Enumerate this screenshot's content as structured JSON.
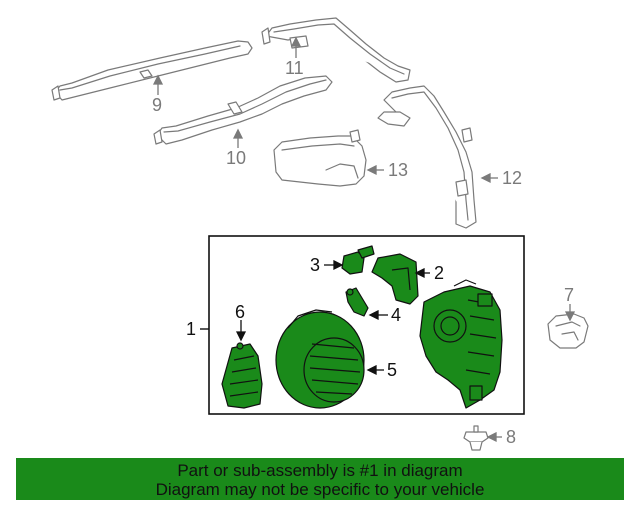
{
  "colors": {
    "parts_fill": "#1a8a1a",
    "parts_stroke": "#111111",
    "ghost_stroke": "#7a7a7a",
    "banner_background": "#1a8a1a"
  },
  "callouts": {
    "c1": "1",
    "c2": "2",
    "c3": "3",
    "c4": "4",
    "c5": "5",
    "c6": "6",
    "c7": "7",
    "c8": "8",
    "c9": "9",
    "c10": "10",
    "c11": "11",
    "c12": "12",
    "c13": "13"
  },
  "banner": {
    "line1": "Part or sub-assembly is #1 in diagram",
    "line2": "Diagram may not be specific to your vehicle"
  }
}
